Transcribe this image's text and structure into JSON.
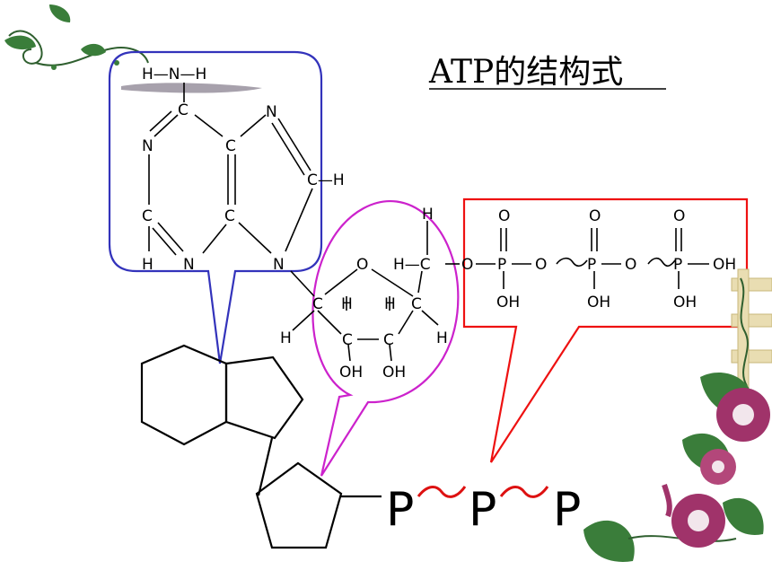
{
  "title": "ATP的结构式",
  "atoms": {
    "amine": "H—N—H",
    "c_top": "C",
    "n_right_top": "N",
    "n_left": "N",
    "c_mid": "C",
    "ch": "C—H",
    "c_low_left": "C",
    "c_low_mid": "C",
    "h_low": "H",
    "n_low": "N",
    "n_glyco": "N",
    "h_ch2_top": "H",
    "o_ring": "O",
    "hc": "H—C",
    "c1": "C",
    "h1": "H",
    "h2": "H",
    "c4": "C",
    "h_left": "H",
    "h_right": "H",
    "c2": "C",
    "c3": "C",
    "oh2": "OH",
    "oh3": "OH",
    "o_link": "O",
    "p1": "P",
    "o_bridge1": "O",
    "p2": "P",
    "o_bridge2": "O",
    "p3": "P",
    "oh_end": "OH",
    "o_top1": "O",
    "o_top2": "O",
    "o_top3": "O",
    "oh_p1": "OH",
    "oh_p2": "OH",
    "oh_p3": "OH"
  },
  "simplified": {
    "p_a": "P",
    "p_b": "P",
    "p_c": "P"
  },
  "colors": {
    "adenine_callout": "#3333bb",
    "ribose_callout": "#cc22cc",
    "phosphate_callout": "#ee1111",
    "high_energy_bond": "#dd1111",
    "vine_leaf": "#3a7d3a",
    "flower": "#a0336a"
  },
  "icons": [
    "vine-decoration-icon",
    "morning-glory-icon"
  ]
}
